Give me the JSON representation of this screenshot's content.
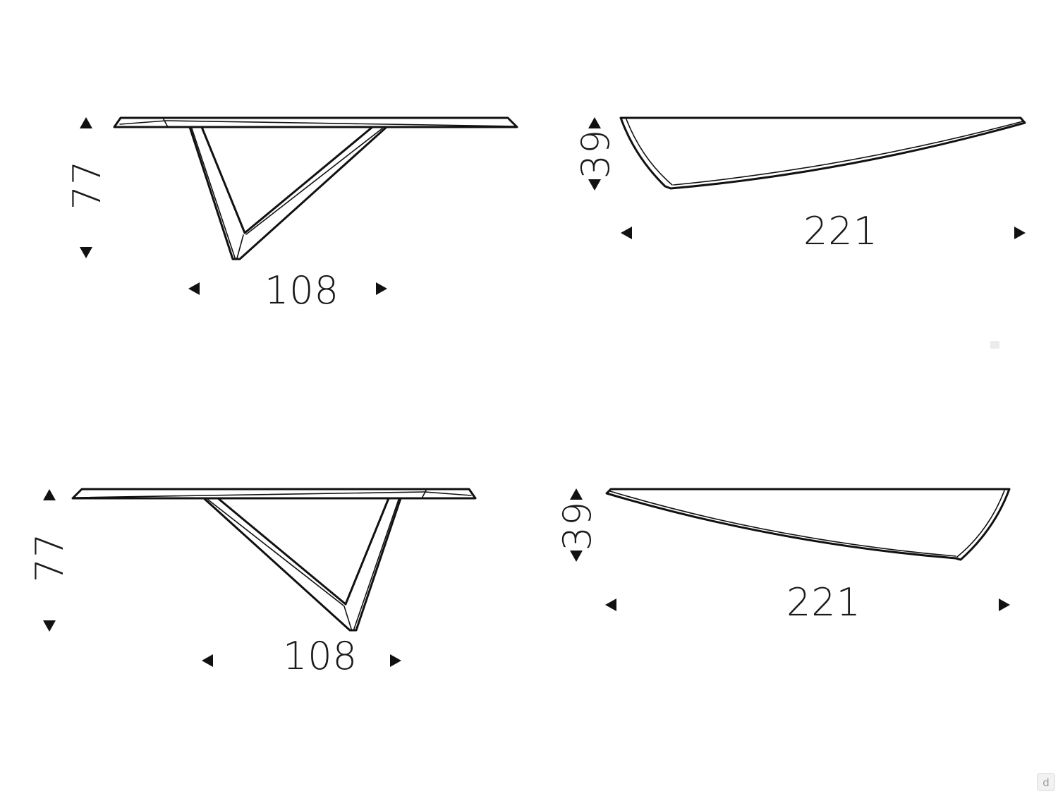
{
  "views": {
    "top_front": {
      "height_label": "77",
      "width_label": "108"
    },
    "top_side": {
      "height_label": "39",
      "width_label": "221"
    },
    "bottom_front": {
      "height_label": "77",
      "width_label": "108"
    },
    "bottom_side": {
      "height_label": "39",
      "width_label": "221"
    }
  },
  "watermark": {
    "text": "d"
  }
}
